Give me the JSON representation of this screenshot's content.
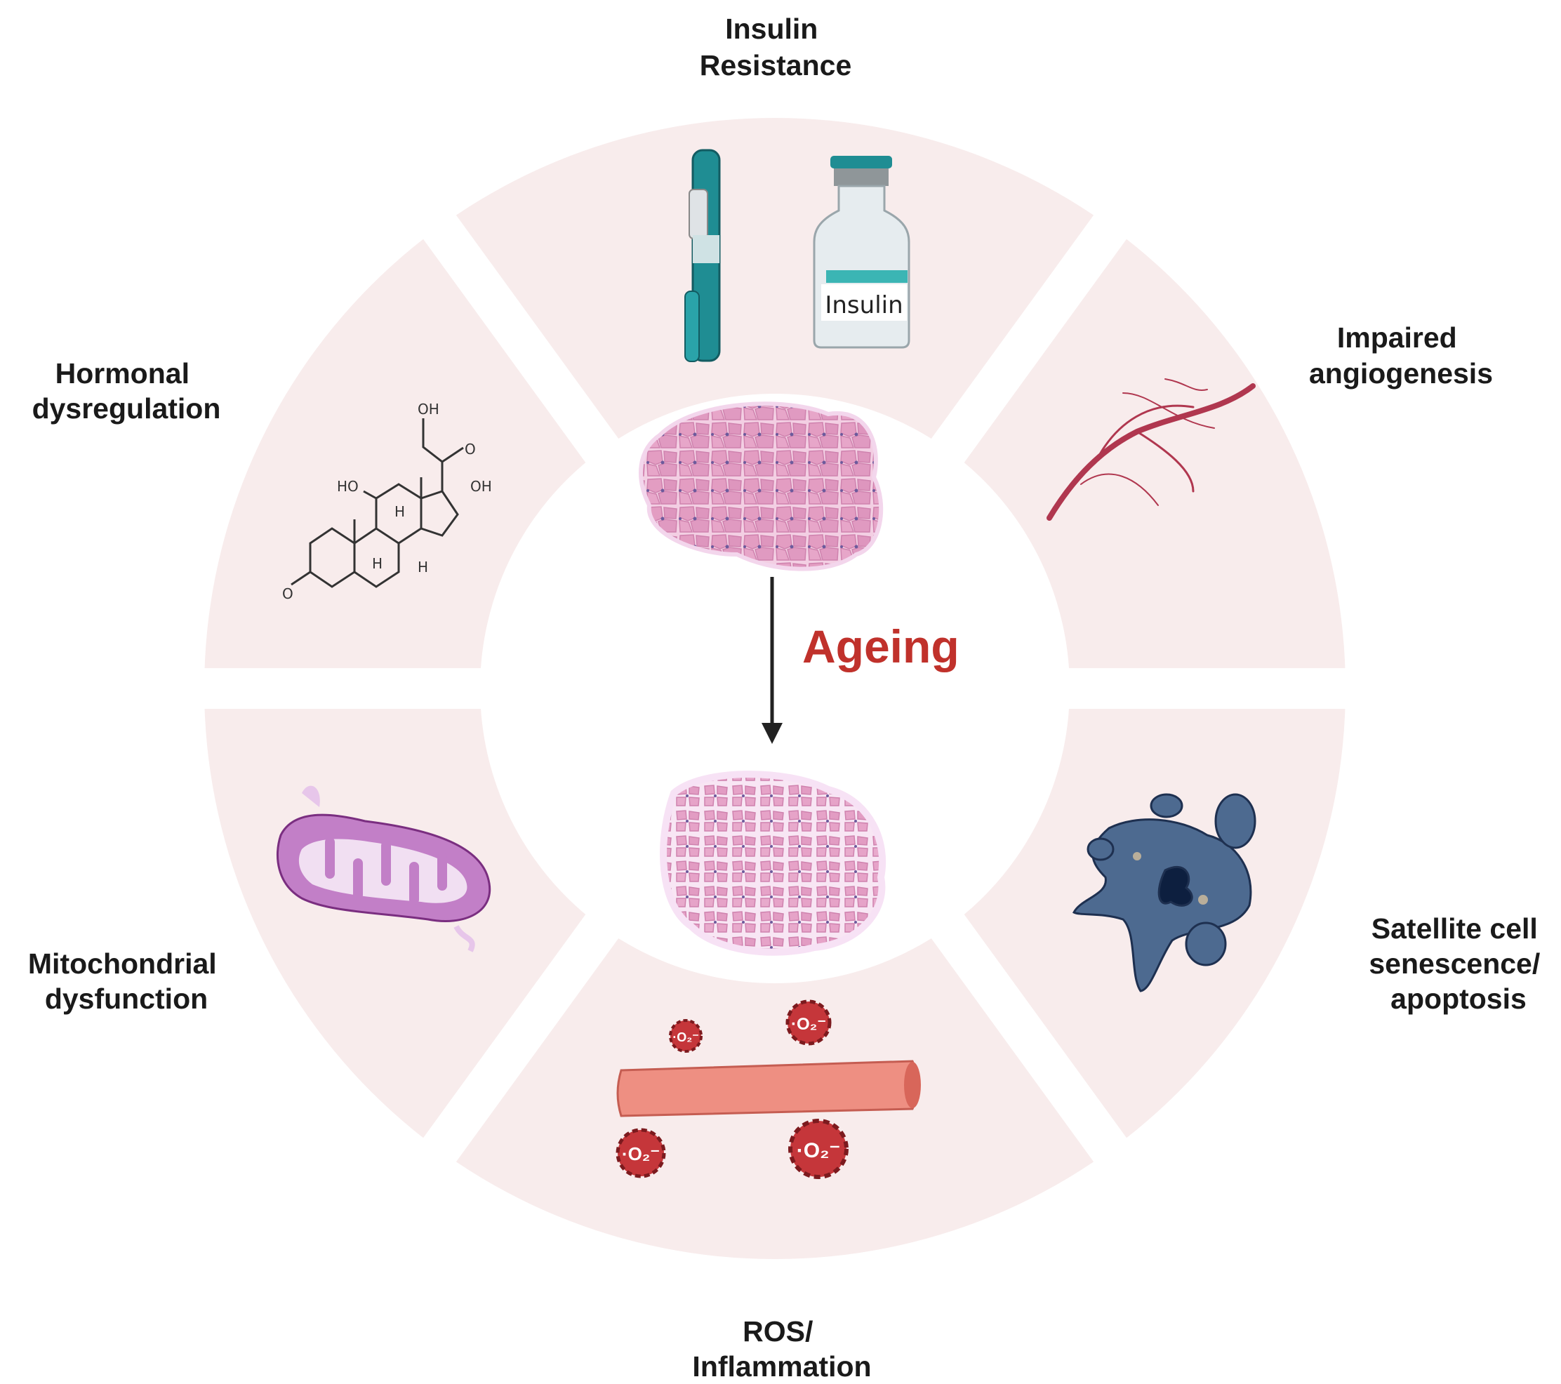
{
  "center_label": "Ageing",
  "segments": [
    {
      "id": "insulin",
      "label_lines": [
        "Insulin",
        "Resistance"
      ],
      "icon": "insulin-pen-and-vial-icon",
      "vial_label": "Insulin"
    },
    {
      "id": "angiogenesis",
      "label_lines": [
        "Impaired",
        "angiogenesis"
      ],
      "icon": "blood-vessel-icon"
    },
    {
      "id": "satellite",
      "label_lines": [
        "Satellite cell",
        "senescence/",
        "apoptosis"
      ],
      "icon": "senescent-cell-icon"
    },
    {
      "id": "ros",
      "label_lines": [
        "ROS/",
        "Inflammation"
      ],
      "icon": "superoxide-muscle-fiber-icon",
      "radical_label": "·O₂⁻"
    },
    {
      "id": "mito",
      "label_lines": [
        "Mitochondrial",
        "dysfunction"
      ],
      "icon": "mitochondrion-icon"
    },
    {
      "id": "hormonal",
      "label_lines": [
        "Hormonal",
        "dysregulation"
      ],
      "icon": "cortisol-molecule-icon",
      "molecule_labels": [
        "OH",
        "O",
        "HO",
        "OH",
        "H",
        "H",
        "H",
        "O"
      ]
    }
  ],
  "colors": {
    "segment_fill": "#f8ecec",
    "accent_red": "#c0312b",
    "teal": "#1f8d93",
    "vessel": "#b0374f",
    "cell": "#4d6a90",
    "mito": "#c27fc7",
    "muscle": "#e39dc2"
  }
}
